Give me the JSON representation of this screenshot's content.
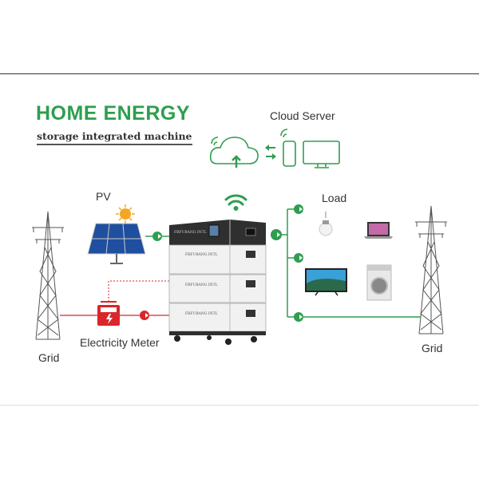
{
  "header": {
    "title": "HOME ENERGY",
    "subtitle": "storage integrated machine"
  },
  "labels": {
    "cloud_server": "Cloud Server",
    "pv": "PV",
    "load": "Load",
    "grid_left": "Grid",
    "grid_right": "Grid",
    "meter": "Electricity Meter"
  },
  "battery": {
    "brand": "FBFUBANG INTL"
  },
  "colors": {
    "green": "#2e9e4f",
    "red": "#d9262b",
    "dark": "#3a3a3a"
  }
}
